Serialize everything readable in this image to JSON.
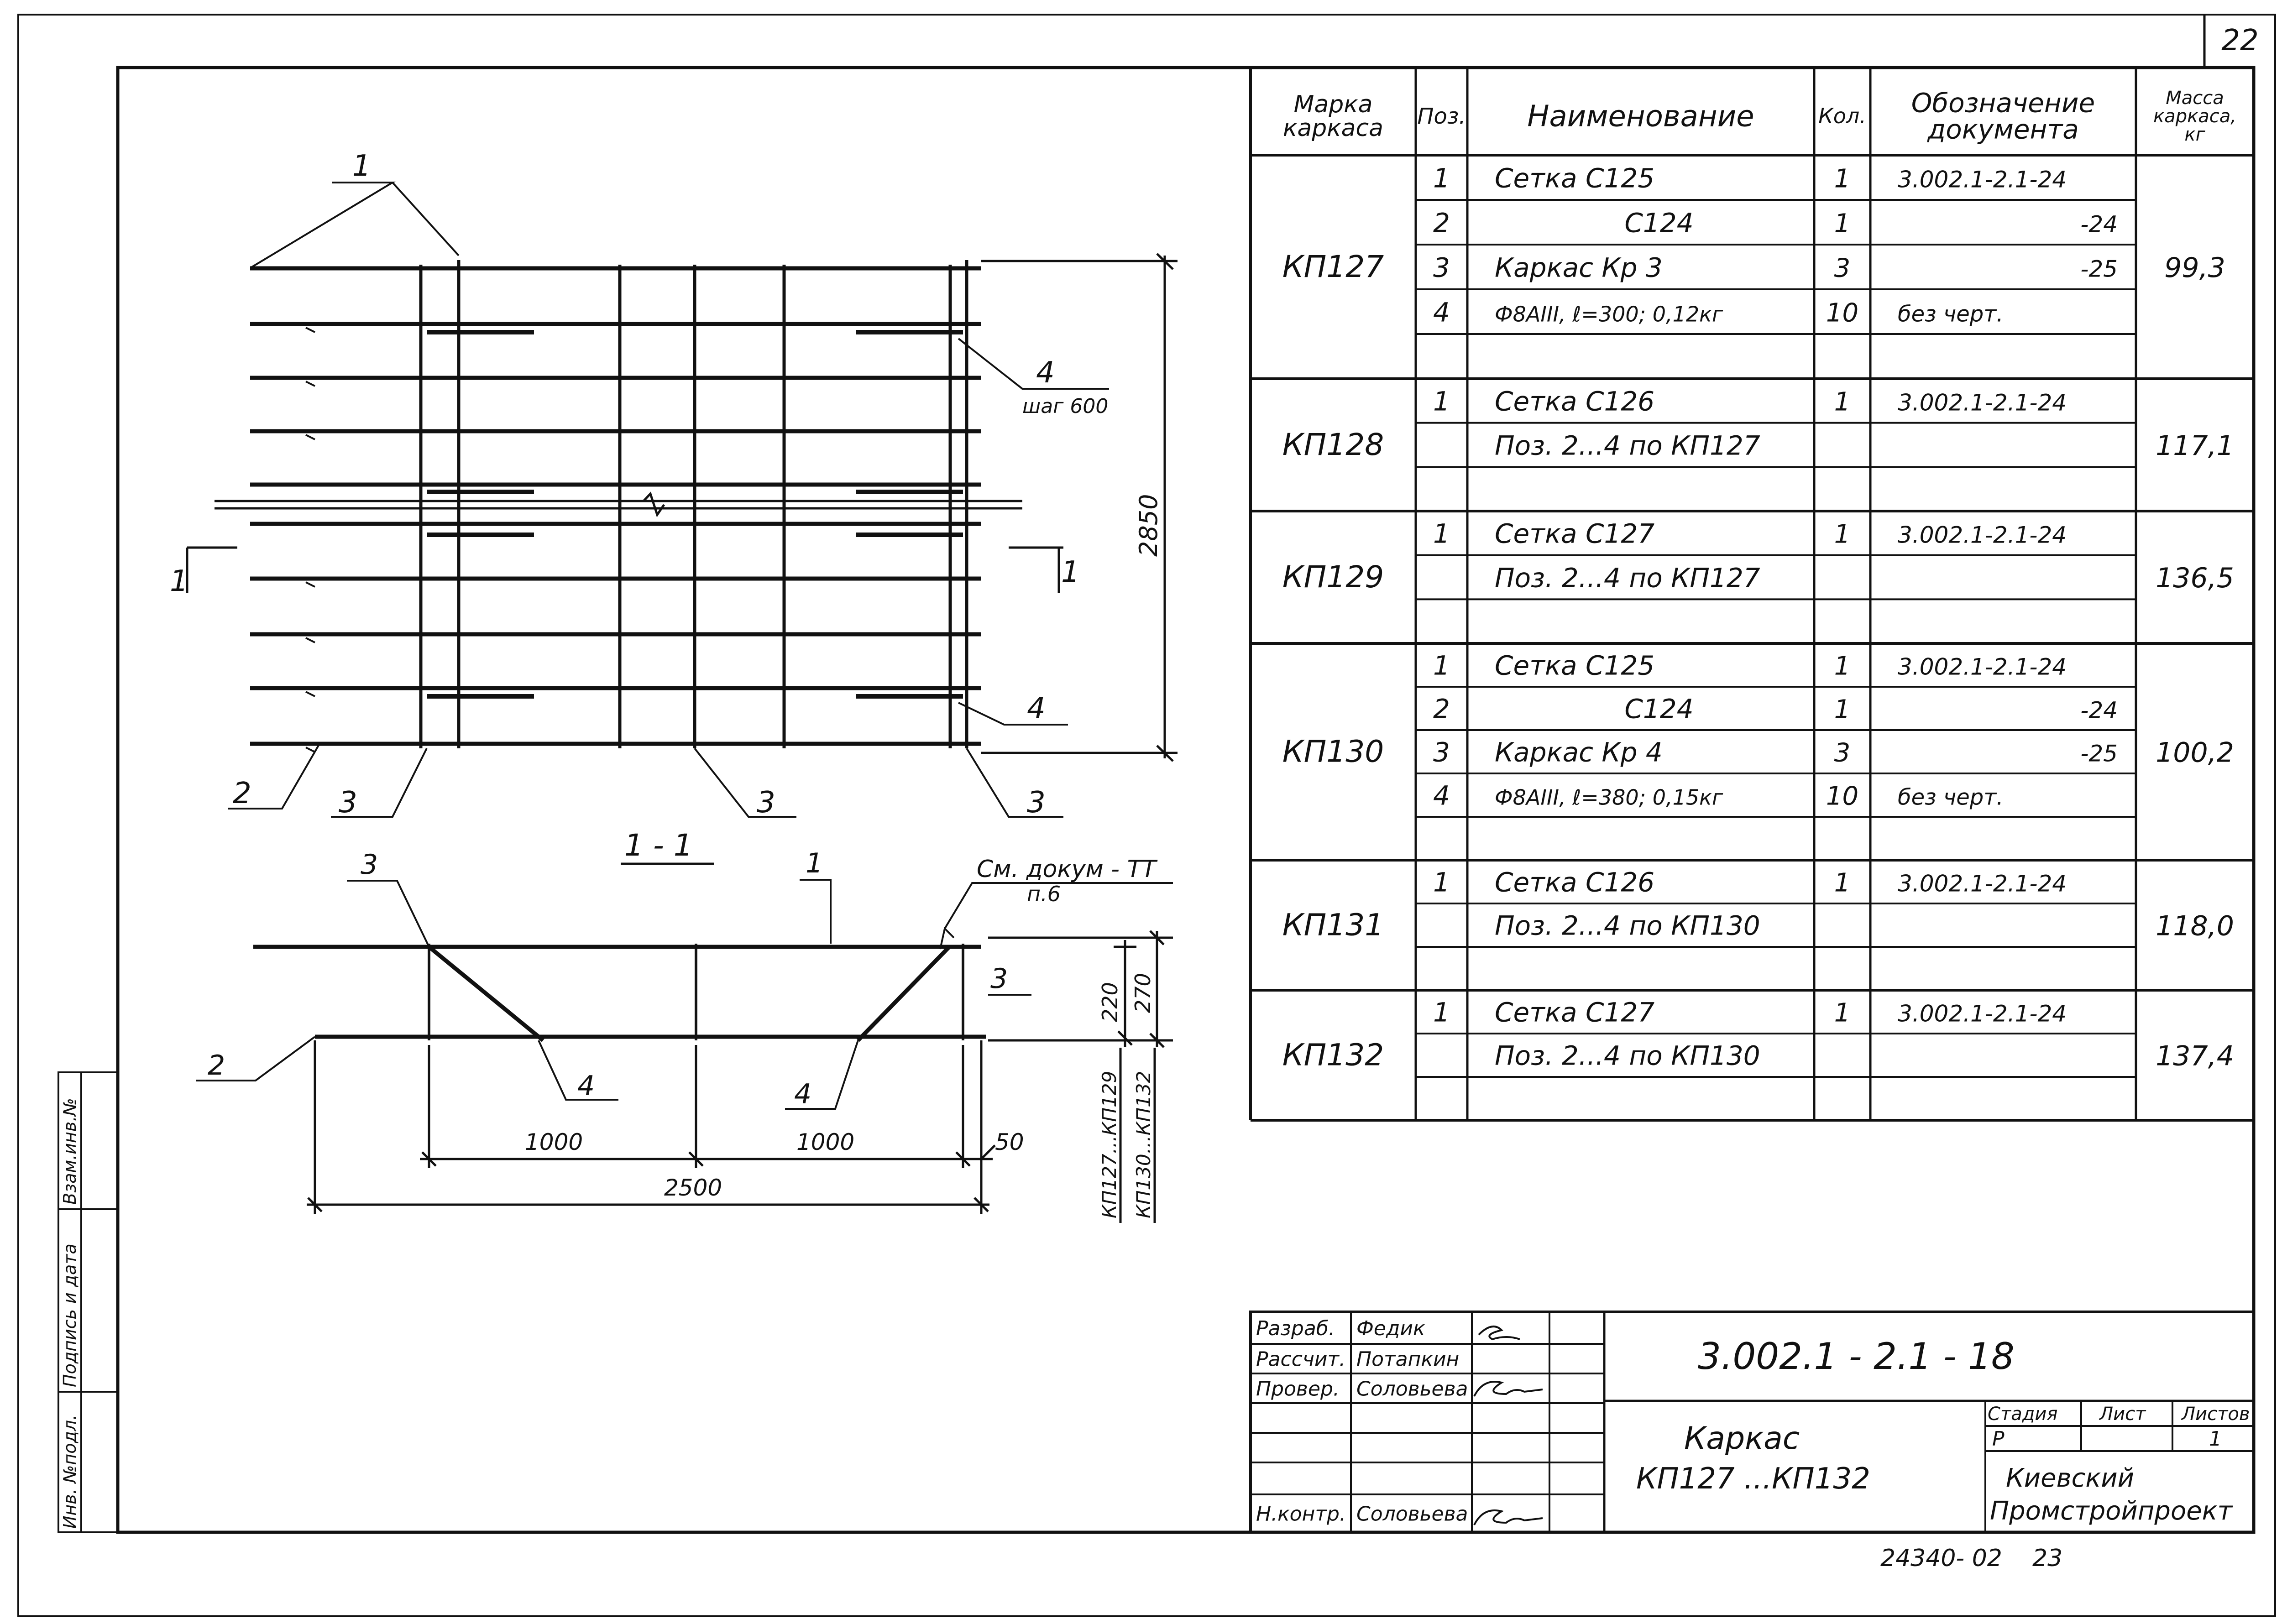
{
  "page_number": "22",
  "side_stamp": [
    "Инв. №подл.",
    "Подпись и дата",
    "Взам.инв.№"
  ],
  "drawing": {
    "leaders": [
      "1",
      "2",
      "3",
      "3",
      "3",
      "4",
      "4"
    ],
    "step_label": "шаг 600",
    "dim_height": "2850",
    "section_mark_left": "1",
    "section_mark_right": "1",
    "section_title": "1 - 1",
    "section_leaders": [
      "3",
      "1",
      "2",
      "3",
      "4",
      "4"
    ],
    "note_line1": "См. докум - ТТ",
    "note_line2": "п.6",
    "dim_1000a": "1000",
    "dim_1000b": "1000",
    "dim_50": "50",
    "dim_2500": "2500",
    "dim_220": "220",
    "dim_270": "270",
    "range_a": "КП127...КП129",
    "range_b": "КП130...КП132"
  },
  "spec_table": {
    "headers": [
      "Марка каркаса",
      "Поз.",
      "Наименование",
      "Кол.",
      "Обозначение документа",
      "Масса каркаса, кг"
    ],
    "groups": [
      {
        "mark": "КП127",
        "mass": "99,3",
        "rows": [
          {
            "pos": "1",
            "name": "Сетка С125",
            "qty": "1",
            "doc": "3.002.1-2.1-24"
          },
          {
            "pos": "2",
            "name": "С124",
            "qty": "1",
            "doc": "-24"
          },
          {
            "pos": "3",
            "name": "Каркас Кр 3",
            "qty": "3",
            "doc": "-25"
          },
          {
            "pos": "4",
            "name": "Ф8АIII, ℓ=300; 0,12кг",
            "qty": "10",
            "doc": "без черт."
          },
          {
            "pos": "",
            "name": "",
            "qty": "",
            "doc": ""
          }
        ]
      },
      {
        "mark": "КП128",
        "mass": "117,1",
        "rows": [
          {
            "pos": "1",
            "name": "Сетка С126",
            "qty": "1",
            "doc": "3.002.1-2.1-24"
          },
          {
            "pos": "",
            "name": "Поз. 2...4 по КП127",
            "qty": "",
            "doc": ""
          },
          {
            "pos": "",
            "name": "",
            "qty": "",
            "doc": ""
          }
        ]
      },
      {
        "mark": "КП129",
        "mass": "136,5",
        "rows": [
          {
            "pos": "1",
            "name": "Сетка С127",
            "qty": "1",
            "doc": "3.002.1-2.1-24"
          },
          {
            "pos": "",
            "name": "Поз. 2...4 по КП127",
            "qty": "",
            "doc": ""
          },
          {
            "pos": "",
            "name": "",
            "qty": "",
            "doc": ""
          }
        ]
      },
      {
        "mark": "КП130",
        "mass": "100,2",
        "rows": [
          {
            "pos": "1",
            "name": "Сетка С125",
            "qty": "1",
            "doc": "3.002.1-2.1-24"
          },
          {
            "pos": "2",
            "name": "С124",
            "qty": "1",
            "doc": "-24"
          },
          {
            "pos": "3",
            "name": "Каркас Кр 4",
            "qty": "3",
            "doc": "-25"
          },
          {
            "pos": "4",
            "name": "Ф8АIII, ℓ=380; 0,15кг",
            "qty": "10",
            "doc": "без черт."
          },
          {
            "pos": "",
            "name": "",
            "qty": "",
            "doc": ""
          }
        ]
      },
      {
        "mark": "КП131",
        "mass": "118,0",
        "rows": [
          {
            "pos": "1",
            "name": "Сетка С126",
            "qty": "1",
            "doc": "3.002.1-2.1-24"
          },
          {
            "pos": "",
            "name": "Поз. 2...4 по КП130",
            "qty": "",
            "doc": ""
          },
          {
            "pos": "",
            "name": "",
            "qty": "",
            "doc": ""
          }
        ]
      },
      {
        "mark": "КП132",
        "mass": "137,4",
        "rows": [
          {
            "pos": "1",
            "name": "Сетка С127",
            "qty": "1",
            "doc": "3.002.1-2.1-24"
          },
          {
            "pos": "",
            "name": "Поз. 2...4 по КП130",
            "qty": "",
            "doc": ""
          },
          {
            "pos": "",
            "name": "",
            "qty": "",
            "doc": ""
          }
        ]
      }
    ]
  },
  "title_block": {
    "signers": [
      {
        "role": "Разраб.",
        "name": "Федик"
      },
      {
        "role": "Рассчит.",
        "name": "Потапкин"
      },
      {
        "role": "Провер.",
        "name": "Соловьева"
      },
      {
        "role": "",
        "name": ""
      },
      {
        "role": "",
        "name": ""
      },
      {
        "role": "",
        "name": ""
      },
      {
        "role": "Н.контр.",
        "name": "Соловьева"
      }
    ],
    "doc_code": "3.002.1 - 2.1 - 18",
    "title_line1": "Каркас",
    "title_line2": "КП127 ...КП132",
    "stage_header": "Стадия",
    "sheet_header": "Лист",
    "sheets_header": "Листов",
    "stage_value": "Р",
    "sheets_value": "1",
    "org_line1": "Киевский",
    "org_line2": "Промстройпроект"
  },
  "footer_code": "24340- 02    23"
}
